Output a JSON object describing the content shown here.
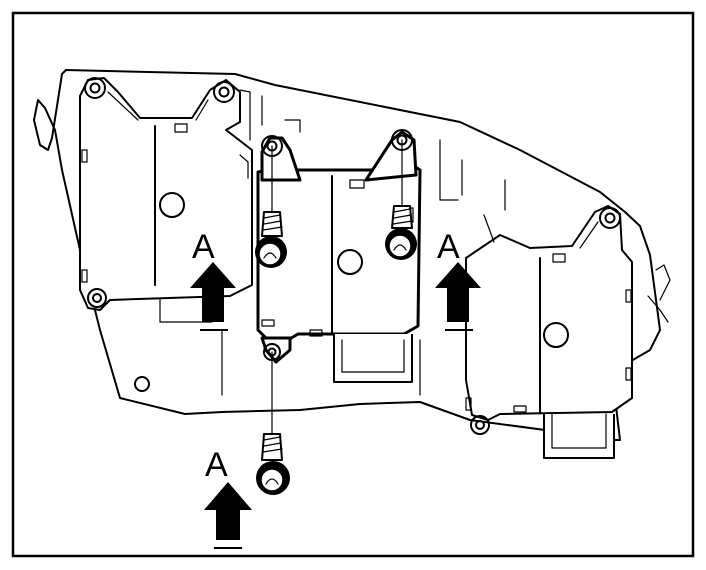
{
  "diagram": {
    "callouts": [
      {
        "id": "left",
        "letter": "A"
      },
      {
        "id": "right",
        "letter": "A"
      },
      {
        "id": "bottom",
        "letter": "A"
      }
    ]
  }
}
